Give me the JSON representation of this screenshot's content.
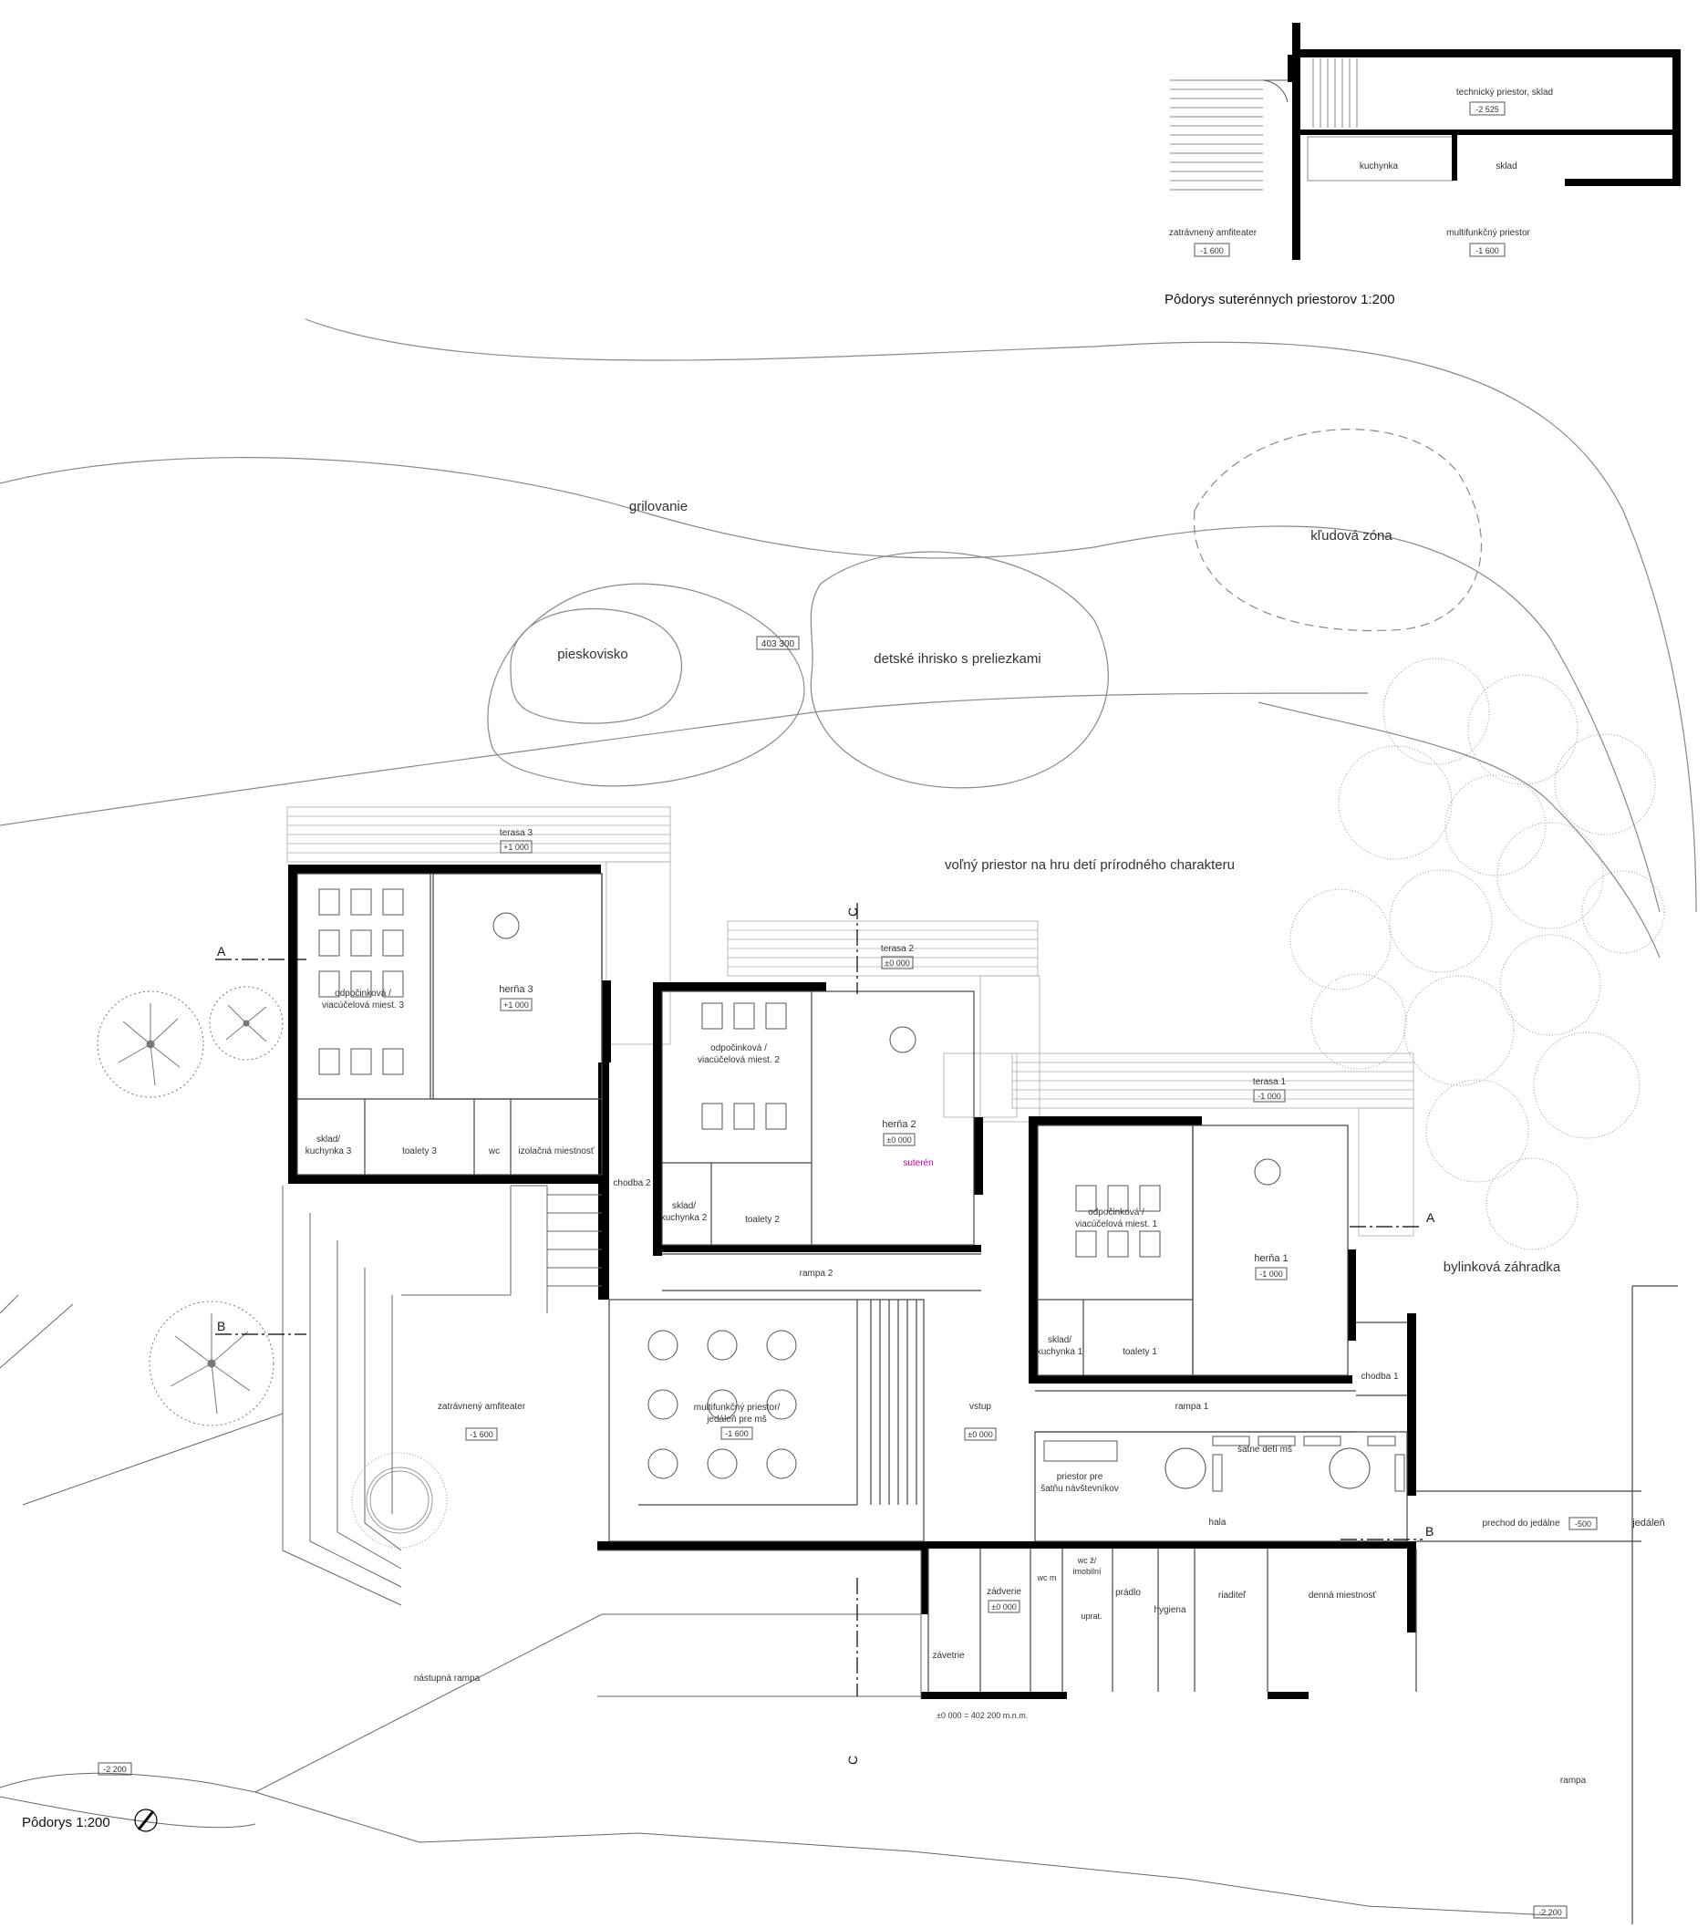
{
  "basement": {
    "title": "Pôdorys suterénnych priestorov  1:200",
    "rooms": [
      {
        "name": "technický priestor, sklad",
        "level": "-2 525"
      },
      {
        "name": "kuchynka",
        "level": ""
      },
      {
        "name": "sklad",
        "level": ""
      },
      {
        "name": "zatrávnený amfiteater",
        "level": "-1 600"
      },
      {
        "name": "multifunkčný priestor",
        "level": "-1 600"
      }
    ]
  },
  "site": {
    "grilovanie": "grilovanie",
    "kludova_zona": "kľudová zóna",
    "pieskovisko": "pieskovisko",
    "level_403": "403 300",
    "ihrisko": "detské ihrisko s preliezkami",
    "volny_priestor": "voľný priestor na hru detí prírodného charakteru",
    "bylinkova": "bylinková záhradka",
    "jedalen": "jedáleň",
    "rampa": "rampa",
    "nastupna_rampa": "nástupná rampa",
    "level_m2200_a": "-2 200",
    "level_m2200_b": "-2 200"
  },
  "rooms": {
    "terasa3": {
      "name": "terasa 3",
      "level": "+1 000"
    },
    "terasa2": {
      "name": "terasa 2",
      "level": "±0 000"
    },
    "terasa1": {
      "name": "terasa 1",
      "level": "-1 000"
    },
    "herna3": {
      "name": "herňa 3",
      "level": "+1 000"
    },
    "herna2": {
      "name": "herňa 2",
      "level": "±0 000"
    },
    "herna1": {
      "name": "herňa 1",
      "level": "-1 000"
    },
    "odpoc3_a": "odpočinková /",
    "odpoc3_b": "viacúčelová miest. 3",
    "odpoc2_a": "odpočinková /",
    "odpoc2_b": "viacúčelová miest. 2",
    "odpoc1_a": "odpočinková /",
    "odpoc1_b": "viacúčelová miest. 1",
    "sklad3_a": "sklad/",
    "sklad3_b": "kuchynka 3",
    "sklad2_a": "sklad/",
    "sklad2_b": "kuchynka 2",
    "sklad1_a": "sklad/",
    "sklad1_b": "kuchynka 1",
    "toalety3": "toalety 3",
    "toalety2": "toalety 2",
    "toalety1": "toalety 1",
    "wc": "wc",
    "izolacna": "izolačná miestnosť",
    "suteren": "suterén",
    "chodba2": "chodba 2",
    "chodba1": "chodba 1",
    "rampa2": "rampa 2",
    "rampa1": "rampa 1",
    "amfiteater": {
      "name": "zatrávnený amfiteater",
      "level": "-1 600"
    },
    "multi_a": "multifunkčný priestor/",
    "multi_b": "jedáleň pre mš",
    "multi_level": "-1 600",
    "vstup": {
      "name": "vstup",
      "level": "±0 000"
    },
    "satne": "šatne detí mš",
    "satna_nav_a": "priestor pre",
    "satna_nav_b": "šatňu návštevníkov",
    "hala": "hala",
    "prechod": "prechod do jedálne",
    "prechod_level": "-500",
    "zadverie": {
      "name": "zádverie",
      "level": "±0 000"
    },
    "zavetrie": "závetrie",
    "wcm": "wc m",
    "wczi_a": "wc ž/",
    "wczi_b": "imobilní",
    "upra": "uprat.",
    "pradlo": "prádlo",
    "hygiena": "hygiena",
    "riaditel": "riaditeľ",
    "denna": "denná miestnosť",
    "datum": "±0 000 = 402 200 m.n.m."
  },
  "sections": {
    "a": "A",
    "b": "B",
    "c": "C"
  },
  "plan_title": "Pôdorys  1:200",
  "colors": {
    "wall": "#000000",
    "line": "#555555",
    "accent": "#cc0099"
  }
}
